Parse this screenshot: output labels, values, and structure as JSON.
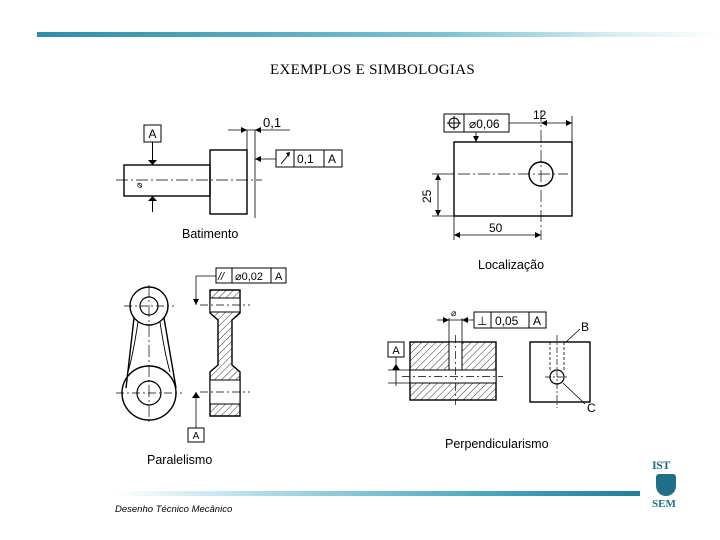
{
  "title": "EXEMPLOS E SIMBOLOGIAS",
  "captions": {
    "batimento": "Batimento",
    "localizacao": "Localização",
    "paralelismo": "Paralelismo",
    "perpendicularismo": "Perpendicularismo"
  },
  "footer": "Desenho Técnico Mecânico",
  "batimento": {
    "datum": "A",
    "tolerance_top": "0,1",
    "frame_value": "0,1",
    "frame_datum": "A",
    "diameter_symbol": "⌀"
  },
  "localizacao": {
    "frame_value": "⌀0,06",
    "dim_top": "12",
    "dim_left": "25",
    "dim_bottom": "50"
  },
  "paralelismo": {
    "frame_symbol": "//",
    "frame_value": "⌀0,02",
    "frame_datum": "A",
    "datum": "A"
  },
  "perpendicularismo": {
    "frame_symbol": "⊥",
    "frame_value": "0,05",
    "frame_datum": "A",
    "datum": "A",
    "label_b": "B",
    "label_c": "C",
    "diameter_symbol": "⌀"
  },
  "logo": {
    "top": "IST",
    "bottom": "SEM"
  },
  "colors": {
    "accent": "#2d8fa7",
    "logo": "#1f6f88"
  }
}
